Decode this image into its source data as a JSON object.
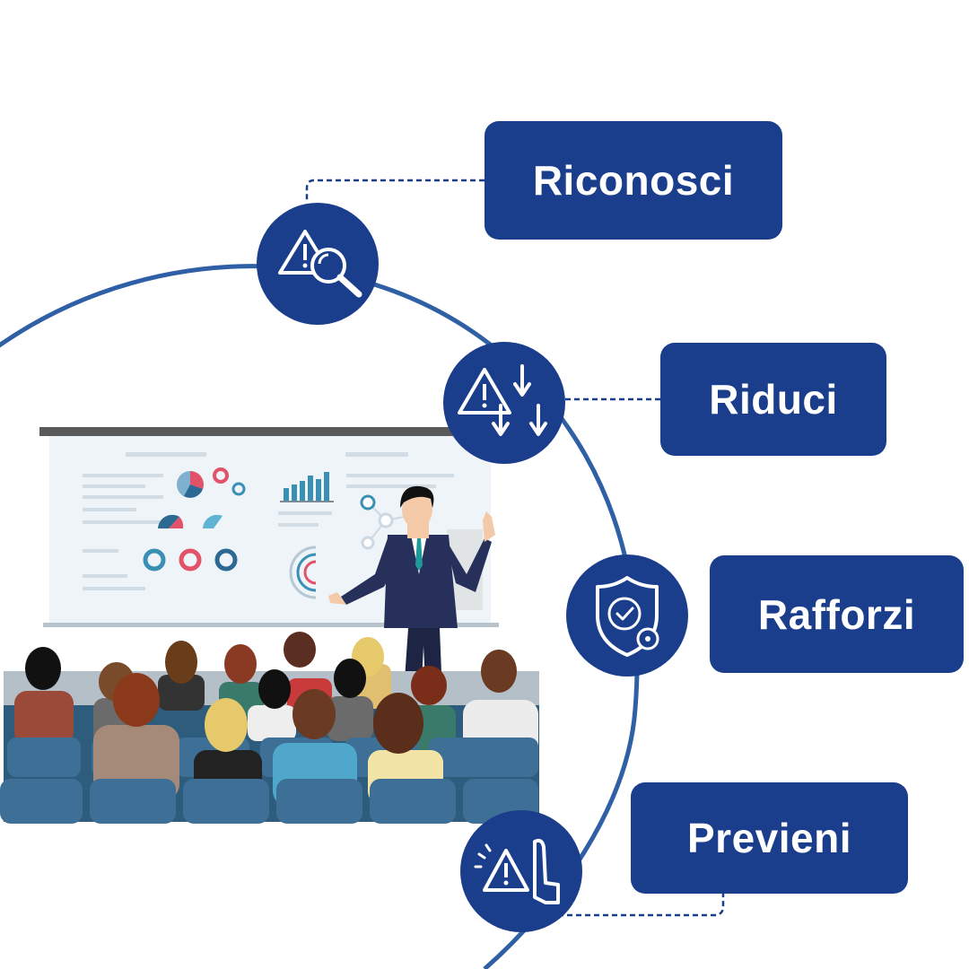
{
  "steps": [
    {
      "label": "Riconosci",
      "icon": "warning-search-icon"
    },
    {
      "label": "Riduci",
      "icon": "warning-reduce-icon"
    },
    {
      "label": "Rafforzi",
      "icon": "shield-check-icon"
    },
    {
      "label": "Previeni",
      "icon": "warning-stop-hand-icon"
    }
  ],
  "colors": {
    "primary": "#1a3e8c",
    "arc": "#2f5fa5",
    "background": "#ffffff"
  },
  "illustration": "presentation-speaker-audience-illustration"
}
